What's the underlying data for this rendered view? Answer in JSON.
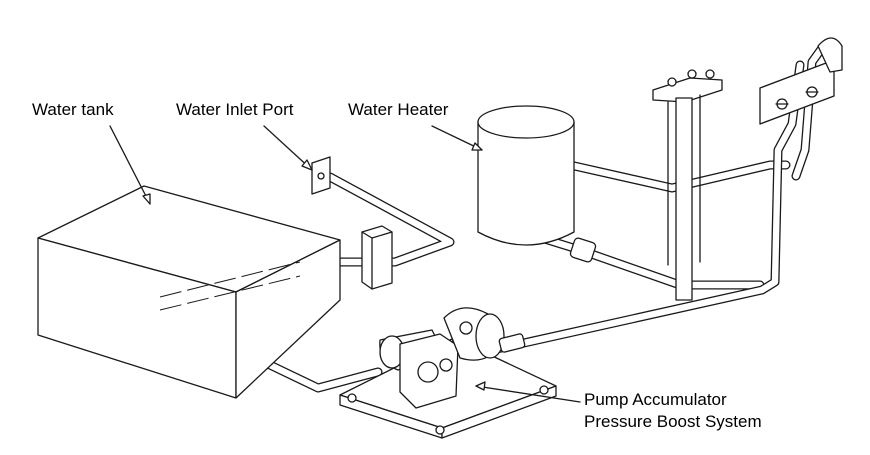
{
  "diagram": {
    "labels": {
      "water_tank": "Water tank",
      "water_inlet_port": "Water Inlet Port",
      "water_heater": "Water Heater",
      "pump_line1": "Pump Accumulator",
      "pump_line2": "Pressure Boost System"
    },
    "colors": {
      "line": "#1a1a1a",
      "background": "#ffffff"
    }
  }
}
